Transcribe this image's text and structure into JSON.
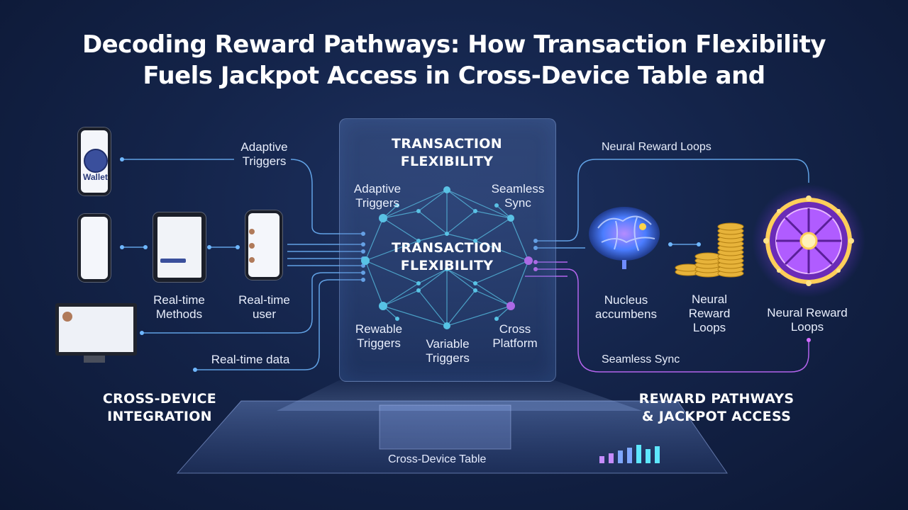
{
  "title": {
    "line1": "Decoding Reward Pathways: How Transaction Flexibility",
    "line2": "Fuels Jackpot Access in Cross-Device Table and"
  },
  "left": {
    "adaptive_triggers": "Adaptive\nTriggers",
    "realtime_methods": "Real-time\nMethods",
    "realtime_user": "Real-time\nuser",
    "realtime_data": "Real-time data",
    "wallet": "Wallet",
    "section_heading": "CROSS-DEVICE\nINTEGRATION"
  },
  "center": {
    "panel_heading_top": "TRANSACTION\nFLEXIBILITY",
    "panel_heading_mid": "TRANSACTION\nFLEXIBILITY",
    "adaptive_triggers": "Adaptive\nTriggers",
    "seamless_sync": "Seamless\nSync",
    "rewable_triggers": "Rewable\nTriggers",
    "variable_triggers": "Variable\nTriggers",
    "cross_platform": "Cross\nPlatform",
    "table_label": "Cross-Device Table"
  },
  "right": {
    "neural_reward_loops_top": "Neural Reward Loops",
    "nucleus_accumbens": "Nucleus\naccumbens",
    "neural_reward_loops_mid": "Neural\nReward\nLoops",
    "neural_reward_loops_wheel": "Neural Reward\nLoops",
    "seamless_sync": "Seamless Sync",
    "section_heading": "REWARD PATHWAYS\n& JACKPOT ACCESS"
  },
  "colors": {
    "node_cyan": "#5ee7ff",
    "node_magenta": "#d36bff",
    "line_blue": "#6fb7ff",
    "wheel_gold": "#ffcf5a",
    "wheel_purple": "#b05cff",
    "coin_gold": "#e7b33a"
  },
  "icons": [
    "phone-icon",
    "tablet-icon",
    "monitor-icon",
    "brain-icon",
    "coin-stacks-icon",
    "jackpot-wheel-icon"
  ]
}
